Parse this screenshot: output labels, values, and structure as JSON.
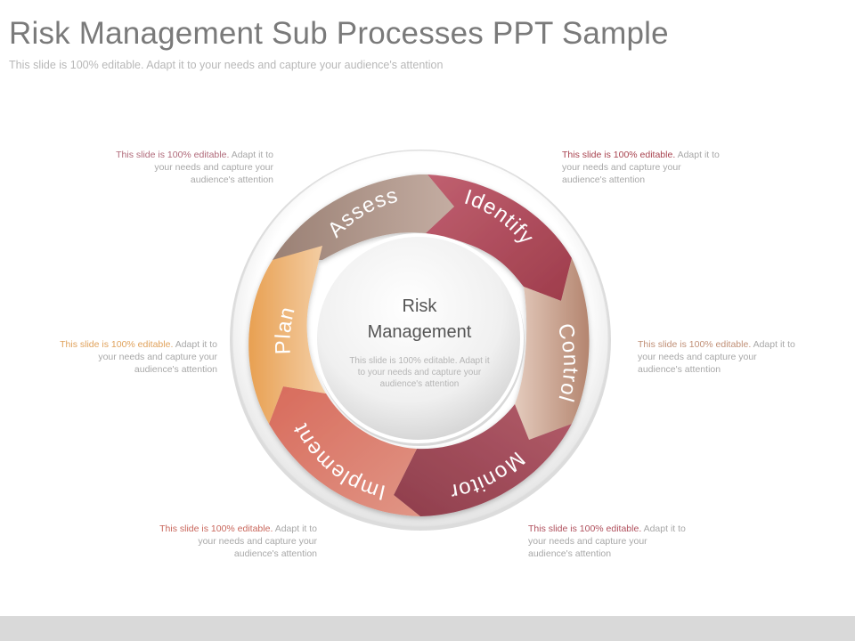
{
  "header": {
    "title": "Risk Management Sub Processes PPT Sample",
    "subtitle": "This slide is 100% editable. Adapt it to your needs and capture your audience's attention"
  },
  "center": {
    "title_line1": "Risk",
    "title_line2": "Management",
    "text_line1": "This slide is 100% editable. Adapt it",
    "text_line2": "to your needs and capture your",
    "text_line3": "audience's attention"
  },
  "segments": [
    {
      "id": "assess",
      "label": "Assess",
      "color": "#a58c82"
    },
    {
      "id": "identify",
      "label": "Identify",
      "color": "#b8505e"
    },
    {
      "id": "control",
      "label": "Control",
      "color": "#c69c87"
    },
    {
      "id": "monitor",
      "label": "Monitor",
      "color": "#a54f5e"
    },
    {
      "id": "implement",
      "label": "Implement",
      "color": "#d2705f"
    },
    {
      "id": "plan",
      "label": "Plan",
      "color": "#e9a869"
    }
  ],
  "notes": [
    {
      "id": "assess",
      "lead": "This slide is 100% editable.",
      "line1_rest": " Adapt it to",
      "line2": "your needs and capture your",
      "line3": "audience's attention",
      "color": "#b06a7a"
    },
    {
      "id": "identify",
      "lead": "This slide is 100% editable.",
      "line1_rest": " Adapt it to",
      "line2": "your needs and capture your",
      "line3": "audience's attention",
      "color": "#a8434f"
    },
    {
      "id": "plan",
      "lead": "This slide is 100% editable.",
      "line1_rest": " Adapt it to",
      "line2": "your needs and capture your",
      "line3": "audience's attention",
      "color": "#e0a25c"
    },
    {
      "id": "control",
      "lead": "This slide is 100% editable.",
      "line1_rest": " Adapt it to",
      "line2": "your needs and capture your",
      "line3": "audience's attention",
      "color": "#c08f76"
    },
    {
      "id": "implement",
      "lead": "This slide is 100% editable.",
      "line1_rest": " Adapt it to",
      "line2": "your needs and capture your",
      "line3": "audience's attention",
      "color": "#c9675c"
    },
    {
      "id": "monitor",
      "lead": "This slide is 100% editable.",
      "line1_rest": " Adapt it to",
      "line2": "your needs and capture your",
      "line3": "audience's attention",
      "color": "#b0505d"
    }
  ]
}
